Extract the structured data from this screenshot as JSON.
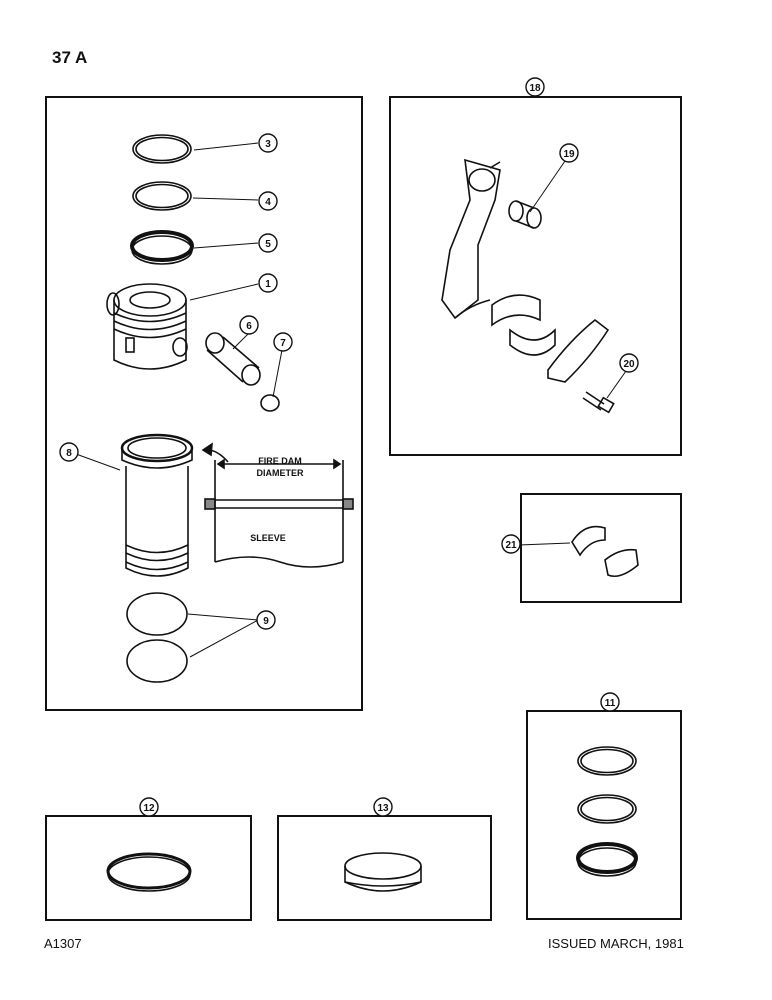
{
  "page_number": "37 A",
  "footer": {
    "left": "A1307",
    "right": "ISSUED MARCH, 1981"
  },
  "callouts": {
    "c1": "1",
    "c3": "3",
    "c4": "4",
    "c5": "5",
    "c6": "6",
    "c7": "7",
    "c8": "8",
    "c9": "9",
    "c11": "11",
    "c12": "12",
    "c13": "13",
    "c18": "18",
    "c19": "19",
    "c20": "20",
    "c21": "21"
  },
  "sleeve_detail": {
    "dimension_label_line1": "FIRE DAM",
    "dimension_label_line2": "DIAMETER",
    "part_label": "SLEEVE"
  }
}
